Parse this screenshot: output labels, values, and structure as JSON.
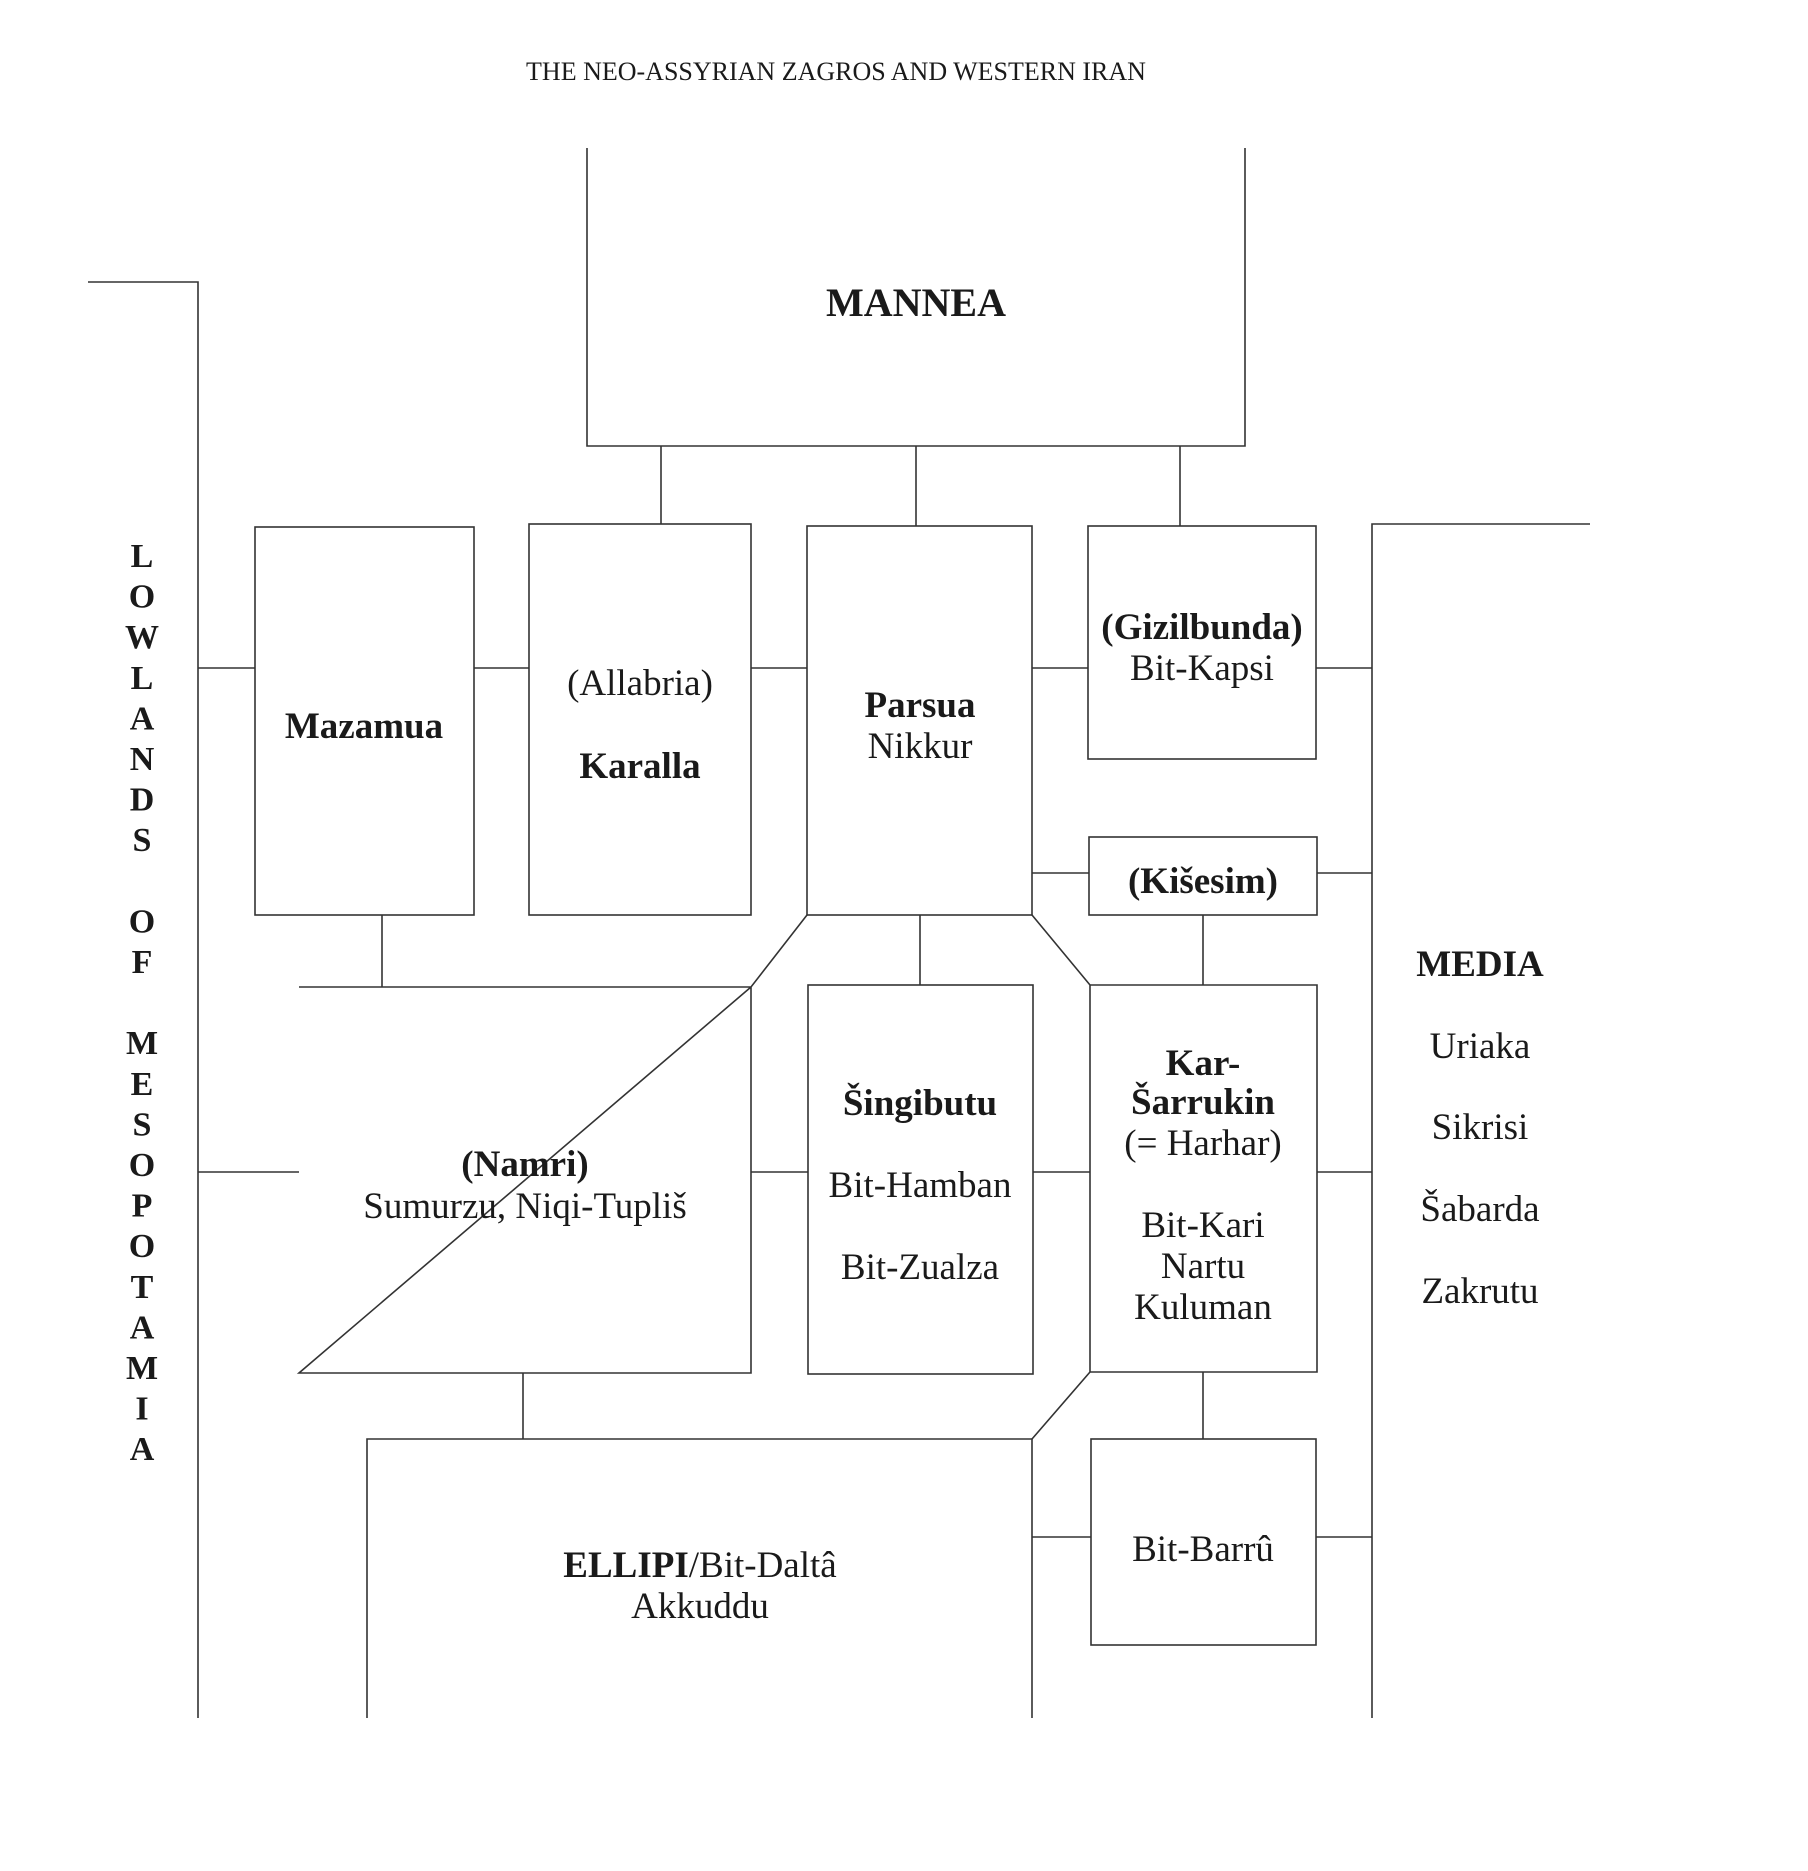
{
  "title": "THE NEO-ASSYRIAN ZAGROS AND WESTERN IRAN",
  "left_region": "LOWLANDS OF MESOPOTAMIA",
  "regions": {
    "mannea": {
      "name": "MANNEA"
    },
    "mazamua": {
      "name": "Mazamua"
    },
    "karalla": {
      "alt": "(Allabria)",
      "name": "Karalla"
    },
    "parsua": {
      "name": "Parsua",
      "sub": "Nikkur"
    },
    "gizilbunda": {
      "name": "(Gizilbunda)",
      "sub": "Bit-Kapsi"
    },
    "kisesim": {
      "name": "(Kišesim)"
    },
    "namri": {
      "name": "(Namri)",
      "sub": "Sumurzu, Niqi-Tupliš"
    },
    "singibutu": {
      "name": "Šingibutu",
      "sub1": "Bit-Hamban",
      "sub2": "Bit-Zualza"
    },
    "karsarrukin": {
      "name1": "Kar-",
      "name2": "Šarrukin",
      "alt": "(= Harhar)",
      "sub1": "Bit-Kari",
      "sub2": "Nartu",
      "sub3": "Kuluman"
    },
    "ellipi": {
      "name": "ELLIPI",
      "name_suffix": "/Bit-Daltâ",
      "sub": "Akkuddu"
    },
    "bitbarru": {
      "name": "Bit-Barrû"
    },
    "media": {
      "name": "MEDIA",
      "places": [
        "Uriaka",
        "Sikrisi",
        "Šabarda",
        "Zakrutu"
      ]
    }
  }
}
